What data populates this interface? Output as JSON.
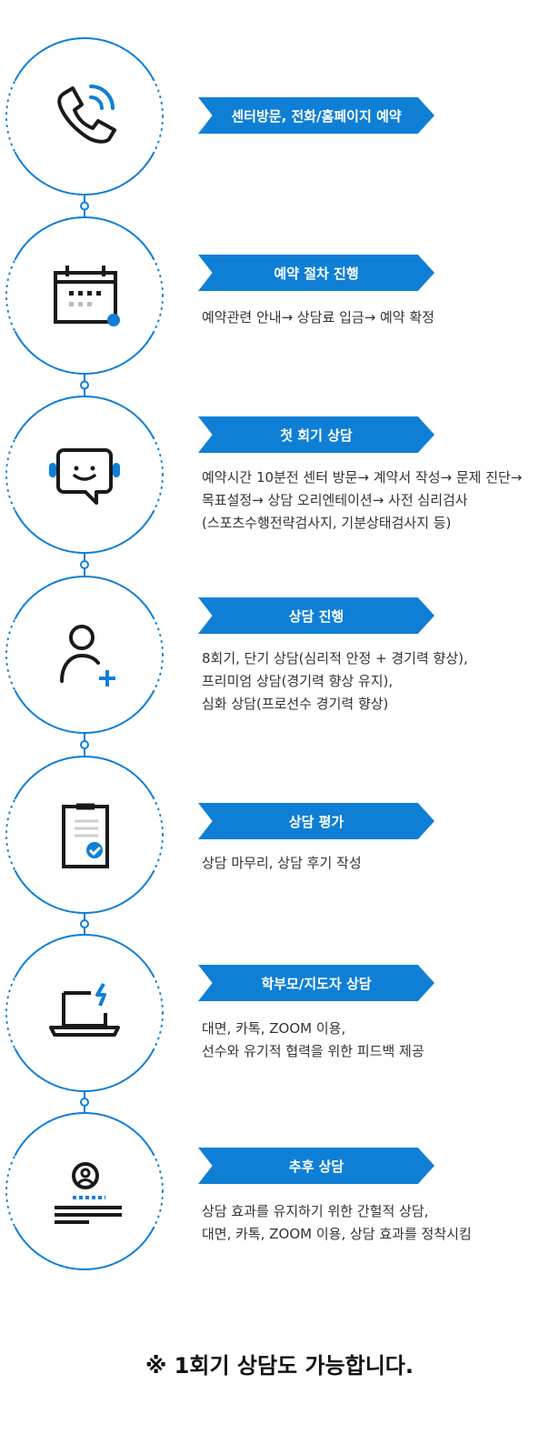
{
  "steps": [
    {
      "title": "센터방문, 전화/홈페이지 예약",
      "desc": "",
      "icon": "phone-icon"
    },
    {
      "title": "예약 절차 진행",
      "desc": "예약관련 안내→ 상담료 입금→ 예약 확정",
      "icon": "calendar-icon"
    },
    {
      "title": "첫 회기 상담",
      "desc": "예약시간 10분전 센터 방문→ 계약서 작성→ 문제 진단→\n목표설정→ 상담 오리엔테이션→ 사전 심리검사\n(스포츠수행전략검사지, 기분상태검사지 등)",
      "icon": "chat-headset-icon"
    },
    {
      "title": "상담 진행",
      "desc": "8회기, 단기 상담(심리적 안정 + 경기력 향상),\n프리미엄 상담(경기력 향상 유지),\n심화 상담(프로선수 경기력 향상)",
      "icon": "user-add-icon"
    },
    {
      "title": "상담 평가",
      "desc": "상담 마무리, 상담 후기 작성",
      "icon": "clipboard-check-icon"
    },
    {
      "title": "학부모/지도자 상담",
      "desc": "대면, 카톡, ZOOM 이용,\n선수와 유기적 협력을 위한 피드백 제공",
      "icon": "laptop-icon"
    },
    {
      "title": "추후 상담",
      "desc": "상담 효과를 유지하기 위한 간헐적 상담,\n대면, 카톡, ZOOM 이용, 상담 효과를 정착시킴",
      "icon": "profile-document-icon"
    }
  ],
  "footer_note": "※ 1회기 상담도 가능합니다.",
  "colors": {
    "accent": "#0f7fd6",
    "dark": "#1a1a1a",
    "text": "#333333"
  }
}
